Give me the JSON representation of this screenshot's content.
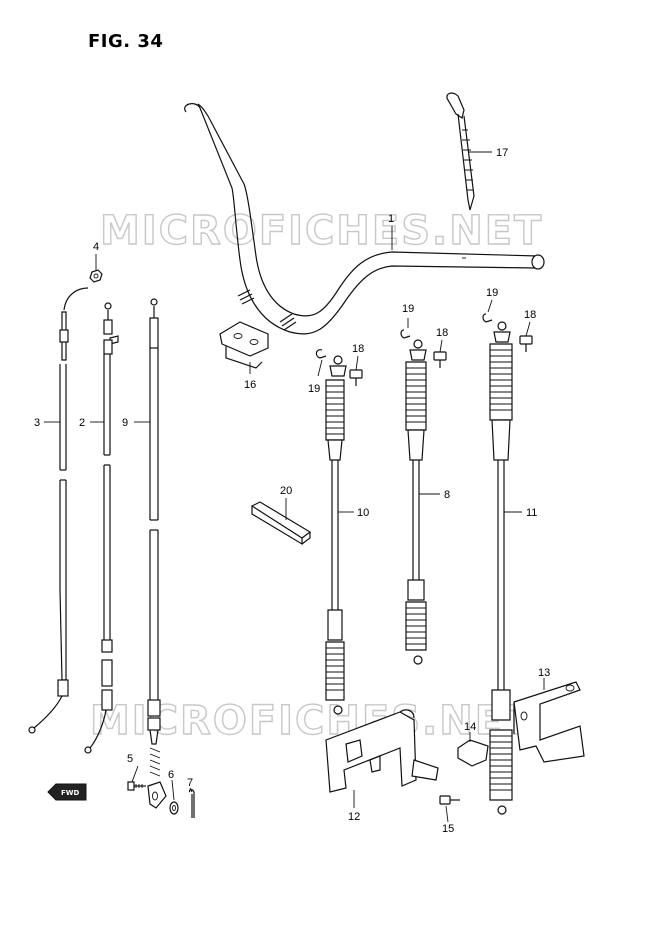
{
  "figure": {
    "title": "FIG. 34"
  },
  "watermark": {
    "text": "MICROFICHES.NET"
  },
  "direction_badge": {
    "text": "FWD"
  },
  "parts": [
    {
      "ref": "1"
    },
    {
      "ref": "2"
    },
    {
      "ref": "3"
    },
    {
      "ref": "4"
    },
    {
      "ref": "5"
    },
    {
      "ref": "6"
    },
    {
      "ref": "7"
    },
    {
      "ref": "8"
    },
    {
      "ref": "9"
    },
    {
      "ref": "10"
    },
    {
      "ref": "11"
    },
    {
      "ref": "12"
    },
    {
      "ref": "13"
    },
    {
      "ref": "14"
    },
    {
      "ref": "15"
    },
    {
      "ref": "16"
    },
    {
      "ref": "17"
    },
    {
      "ref": "18"
    },
    {
      "ref": "18"
    },
    {
      "ref": "18"
    },
    {
      "ref": "19"
    },
    {
      "ref": "19"
    },
    {
      "ref": "19"
    },
    {
      "ref": "20"
    }
  ]
}
